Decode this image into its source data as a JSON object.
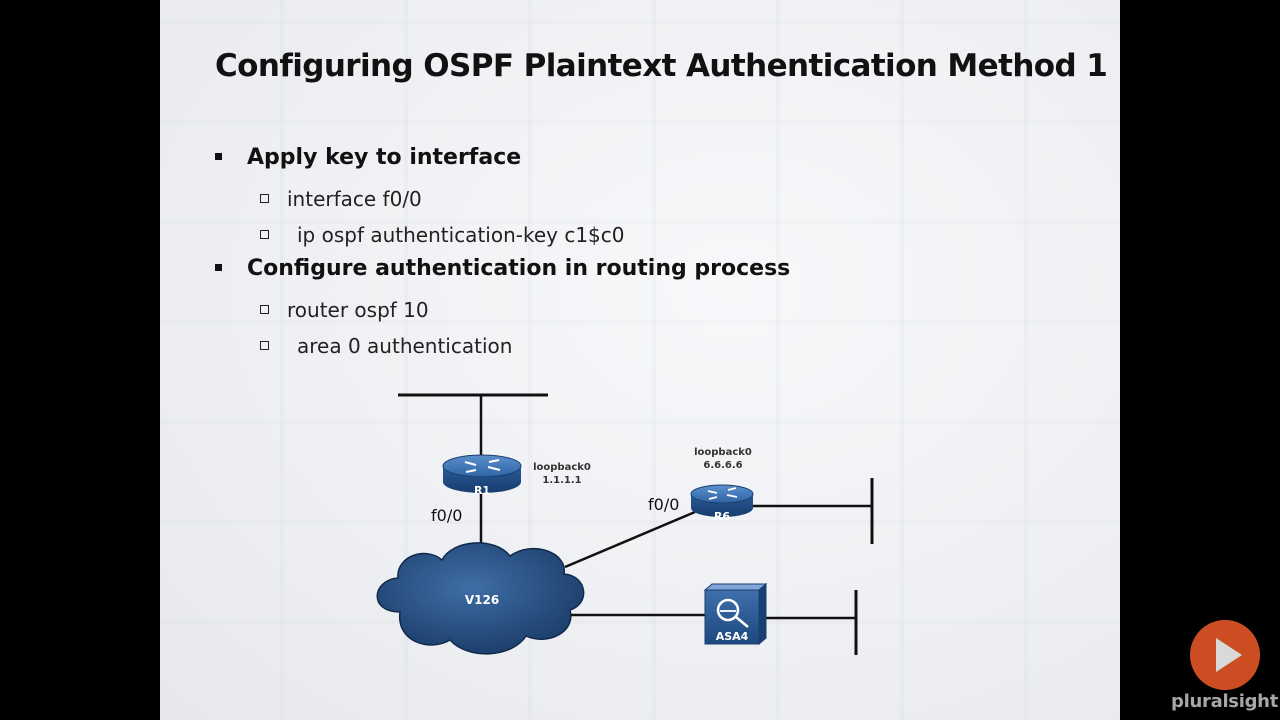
{
  "slide": {
    "title": "Configuring OSPF Plaintext Authentication Method 1",
    "bullets": [
      {
        "text": "Apply key to interface",
        "sub": [
          "interface f0/0",
          "ip ospf authentication-key c1$c0"
        ]
      },
      {
        "text": "Configure authentication in routing process",
        "sub": [
          "router ospf 10",
          "area 0 authentication"
        ]
      }
    ]
  },
  "diagram": {
    "r1": {
      "name": "R1",
      "loopback_label": "loopback0",
      "loopback_ip": "1.1.1.1",
      "interface": "f0/0"
    },
    "r6": {
      "name": "R6",
      "loopback_label": "loopback0",
      "loopback_ip": "6.6.6.6",
      "interface": "f0/0"
    },
    "cloud": {
      "name": "V126"
    },
    "asa": {
      "name": "ASA4"
    }
  },
  "branding": {
    "logo_text": "pluralsight",
    "accent": "#f15b2a"
  }
}
